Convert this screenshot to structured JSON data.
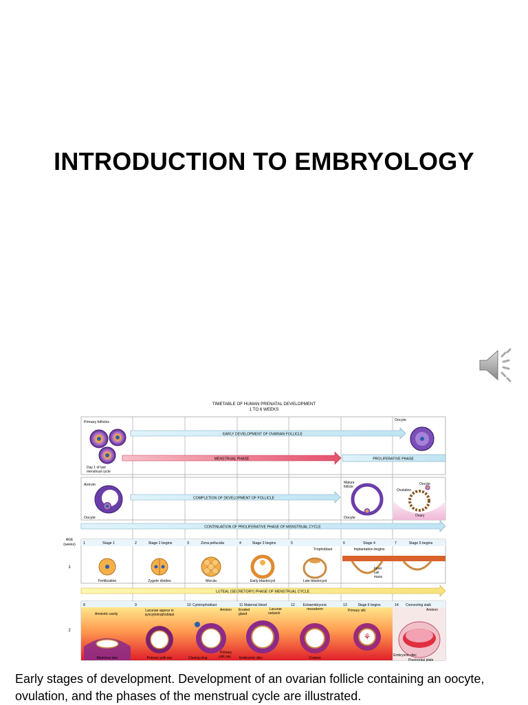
{
  "slide": {
    "title": "INTRODUCTION TO EMBRYOLOGY",
    "caption": "Early stages of development. Development of an ovarian follicle containing an oocyte, ovulation, and the phases of the menstrual cycle are illustrated.",
    "speaker_icon": "speaker-icon"
  },
  "figure": {
    "title_line1": "TIMETABLE OF HUMAN PRENATAL DEVELOPMENT",
    "title_line2": "1 TO 6 WEEKS",
    "age_label_line1": "AGE",
    "age_label_line2": "(weeks)",
    "week_rows": [
      "1",
      "2"
    ],
    "bars": {
      "early_follicle": "EARLY DEVELOPMENT OF OVARIAN FOLLICLE",
      "menstrual": "MENSTRUAL PHASE",
      "proliferative": "PROLIFERATIVE PHASE",
      "completion": "COMPLETION OF DEVELOPMENT OF FOLLICLE",
      "continuation": "CONTINUATION OF PROLIFERATIVE PHASE OF MENSTRUAL CYCLE",
      "luteal": "LUTEAL (SECRETORY) PHASE OF MENSTRUAL CYCLE"
    },
    "row1": {
      "primary_follicles": "Primary follicles",
      "day1_line1": "Day 1 of last",
      "day1_line2": "menstrual cycle",
      "oocyte": "Oocyte"
    },
    "row2": {
      "antrum": "Antrum",
      "oocyte": "Oocyte",
      "mature_line1": "Mature",
      "mature_line2": "follicle",
      "oocyte2": "Oocyte",
      "oocyte3": "Oocyte",
      "ovulation": "Ovulation",
      "ovary": "Ovary"
    },
    "week1": {
      "days": [
        "1",
        "2",
        "3",
        "4",
        "5",
        "6",
        "7"
      ],
      "headers": [
        "Stage 1",
        "Stage 2 begins",
        "Zona pellucida",
        "Stage 3 begins",
        "",
        "Stage 4",
        "Stage 5 begins"
      ],
      "trophoblast": "Trophoblast",
      "implantation": "Implantation begins",
      "inner_line1": "Inner",
      "inner_line2": "cell",
      "inner_line3": "mass",
      "captions": [
        "Fertilization",
        "Zygote divides",
        "Morula",
        "Early blastocyst",
        "Late blastocyst"
      ]
    },
    "week2": {
      "days": [
        "8",
        "9",
        "10",
        "11",
        "12",
        "13",
        "14"
      ],
      "amniotic": "Amniotic cavity",
      "bilaminar": "Bilaminar disc",
      "lacunae_line1": "Lacunae appear in",
      "lacunae_line2": "syncytiotrophoblast",
      "primary_yolk": "Primary yolk sac",
      "cytotrophoblast": "Cytotrophoblast",
      "amnion": "Amnion",
      "closing_plug": "Closing plug",
      "primary_yolk2_line1": "Primary",
      "primary_yolk2_line2": "yolk sac",
      "maternal_blood": "Maternal blood",
      "lacunar_line1": "Lacunar",
      "lacunar_line2": "network",
      "eroded_line1": "Eroded",
      "eroded_line2": "gland",
      "embryonic_disc": "Embryonic disc",
      "extraembryonic_line1": "Extraembryonic",
      "extraembryonic_line2": "mesoderm",
      "coelom": "Coelom",
      "stage6": "Stage 6 begins",
      "primary_villi": "Primary villi",
      "connecting_stalk": "Connecting stalk",
      "amnion2": "Amnion",
      "embryonic_disc2": "Embryonic disc",
      "prechordal": "Prechordal plate"
    }
  }
}
